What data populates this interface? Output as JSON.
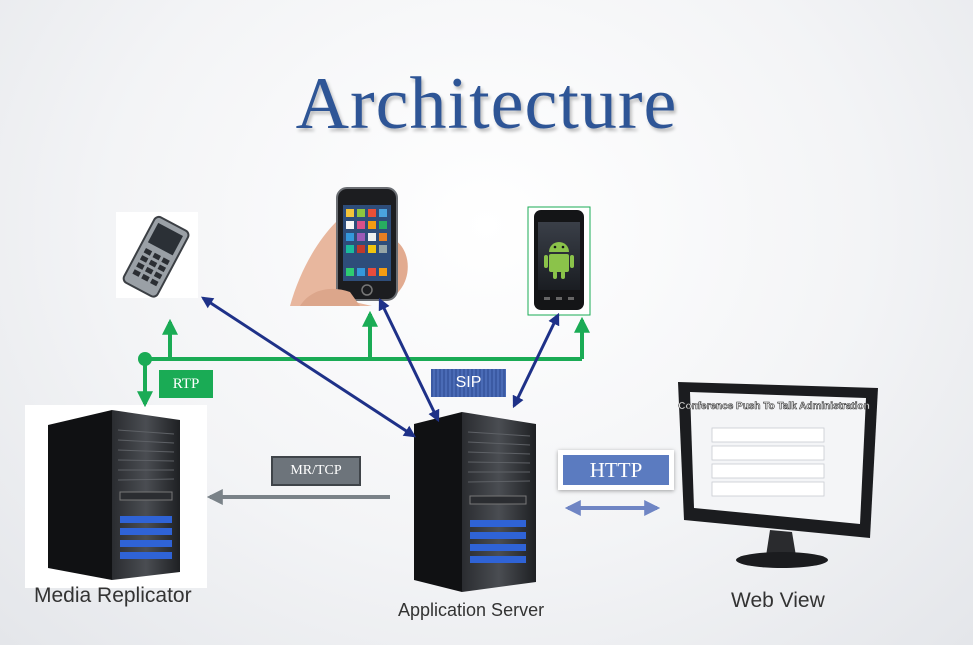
{
  "title": "Architecture",
  "labels": {
    "rtp": "RTP",
    "sip": "SIP",
    "mr_tcp": "MR/TCP",
    "http": "HTTP"
  },
  "captions": {
    "media_replicator": "Media Replicator",
    "application_server": "Application Server",
    "web_view": "Web View"
  },
  "web_screen": {
    "heading": "Conference Push To Talk Administration"
  },
  "colors": {
    "title": "#2e5596",
    "rtp_line": "#1aab55",
    "sip_arrow": "#1e3188",
    "mr_tcp_arrow": "#7a8288",
    "http_arrow": "#6f85c4"
  },
  "icons": [
    "feature-phone-icon",
    "iphone-icon",
    "android-phone-icon",
    "server-tower-icon",
    "monitor-icon"
  ]
}
